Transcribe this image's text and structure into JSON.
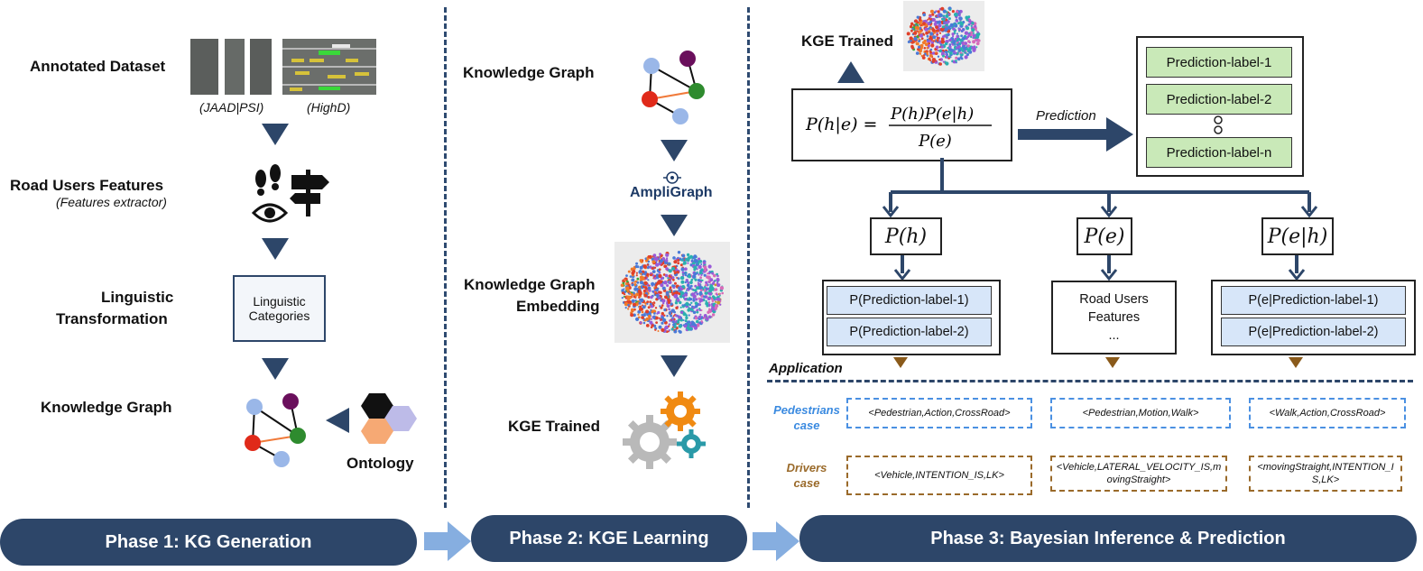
{
  "phase1": {
    "annotated_dataset": "Annotated Dataset",
    "caption_jaad": "(JAAD|PSI)",
    "caption_highd": "(HighD)",
    "road_users_features": "Road Users Features",
    "features_extractor": "(Features extractor)",
    "linguistic_transformation_1": "Linguistic",
    "linguistic_transformation_2": "Transformation",
    "linguistic_categories_1": "Linguistic",
    "linguistic_categories_2": "Categories",
    "knowledge_graph": "Knowledge Graph",
    "ontology": "Ontology"
  },
  "phase2": {
    "knowledge_graph": "Knowledge Graph",
    "ampligraph": "AmpliGraph",
    "kge_1": "Knowledge Graph",
    "kge_2": "Embedding",
    "kge_trained": "KGE Trained"
  },
  "phase3": {
    "kge_trained": "KGE Trained",
    "prediction": "Prediction",
    "labels": [
      "Prediction-label-1",
      "Prediction-label-2",
      "Prediction-label-n"
    ],
    "p_h": "P(h)",
    "p_e": "P(e)",
    "p_eh": "P(e|h)",
    "ph_items": [
      "P(Prediction-label-1)",
      "P(Prediction-label-2)"
    ],
    "pe_items": [
      "Road Users",
      "Features",
      "..."
    ],
    "peh_items": [
      "P(e|Prediction-label-1)",
      "P(e|Prediction-label-2)"
    ],
    "application": "Application",
    "pedestrians_1": "Pedestrians",
    "pedestrians_2": "case",
    "drivers_1": "Drivers",
    "drivers_2": "case",
    "ped_triples": [
      "<Pedestrian,Action,CrossRoad>",
      "<Pedestrian,Motion,Walk>",
      "<Walk,Action,CrossRoad>"
    ],
    "drv_triples": [
      "<Vehicle,INTENTION_IS,LK>",
      "<Vehicle,LATERAL_VELOCITY_IS,movingStraight>",
      "<movingStraight,INTENTION_IS,LK>"
    ]
  },
  "phases": [
    "Phase 1: KG Generation",
    "Phase 2: KGE Learning",
    "Phase 3: Bayesian Inference & Prediction"
  ],
  "colors": {
    "navy": "#2d4669",
    "green_label": "#c9e9b8",
    "blue_label": "#d7e6f9",
    "ped_dash": "#4a90e2",
    "drv_dash": "#9a6a2a"
  }
}
